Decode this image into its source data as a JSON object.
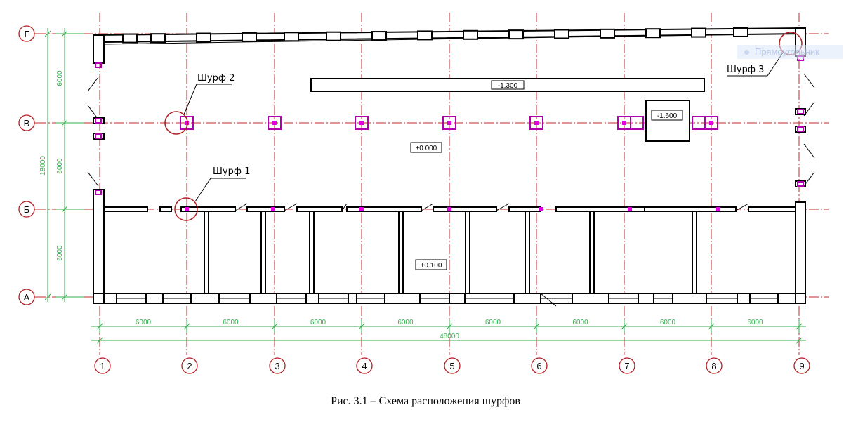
{
  "plan": {
    "axes_numeric": [
      "1",
      "2",
      "3",
      "4",
      "5",
      "6",
      "7",
      "8",
      "9"
    ],
    "axes_letter": [
      "А",
      "Б",
      "В",
      "Г"
    ],
    "bay_dimensions": [
      "6000",
      "6000",
      "6000",
      "6000",
      "6000",
      "6000",
      "6000",
      "6000"
    ],
    "total_length": "48000",
    "row_dimensions": [
      "6000",
      "6000",
      "6000"
    ],
    "total_width": "18000",
    "elevations": {
      "pit_trench": "-1.300",
      "pit_block": "-1.600",
      "floor_zero": "±0.000",
      "floor_office": "+0.100"
    },
    "test_pits": [
      {
        "label": "Шурф 1"
      },
      {
        "label": "Шурф 2"
      },
      {
        "label": "Шурф 3"
      }
    ],
    "colors": {
      "axis": "#c0282d",
      "dimension": "#2fb04b",
      "column": "#b000b0",
      "pit_circle": "#b01e23"
    }
  },
  "caption": "Рис. 3.1 – Схема расположения шурфов",
  "overlay": {
    "label": "Прямоугольник"
  }
}
